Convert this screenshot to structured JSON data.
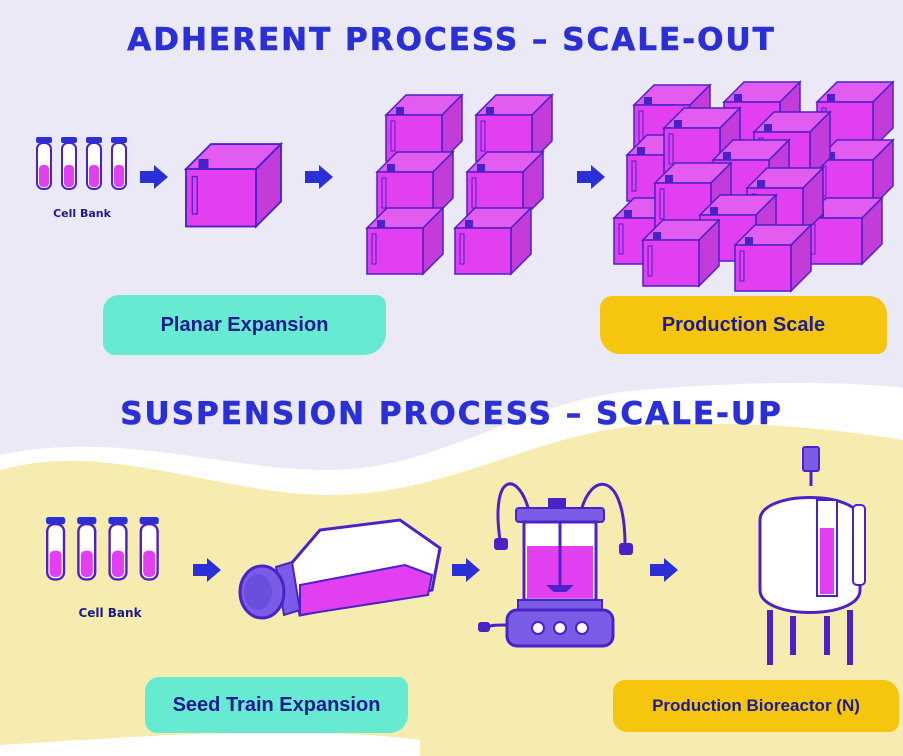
{
  "sections": {
    "adherent": {
      "title": "ADHERENT PROCESS – SCALE-OUT",
      "cell_bank_label": "Cell Bank",
      "left_label": "Planar  Expansion",
      "right_label": "Production Scale"
    },
    "suspension": {
      "title": "SUSPENSION PROCESS – SCALE-UP",
      "cell_bank_label": "Cell Bank",
      "left_label": "Seed Train Expansion",
      "right_label": "Production Bioreactor (N)"
    }
  },
  "colors": {
    "background_top": "#ece9f7",
    "background_bottom": "#f6ecb0",
    "outline": "#4b22c8",
    "magenta": "#e23ff0",
    "arrow": "#2b2fd6",
    "teal": "#66ead2",
    "yellow": "#f6c510"
  }
}
